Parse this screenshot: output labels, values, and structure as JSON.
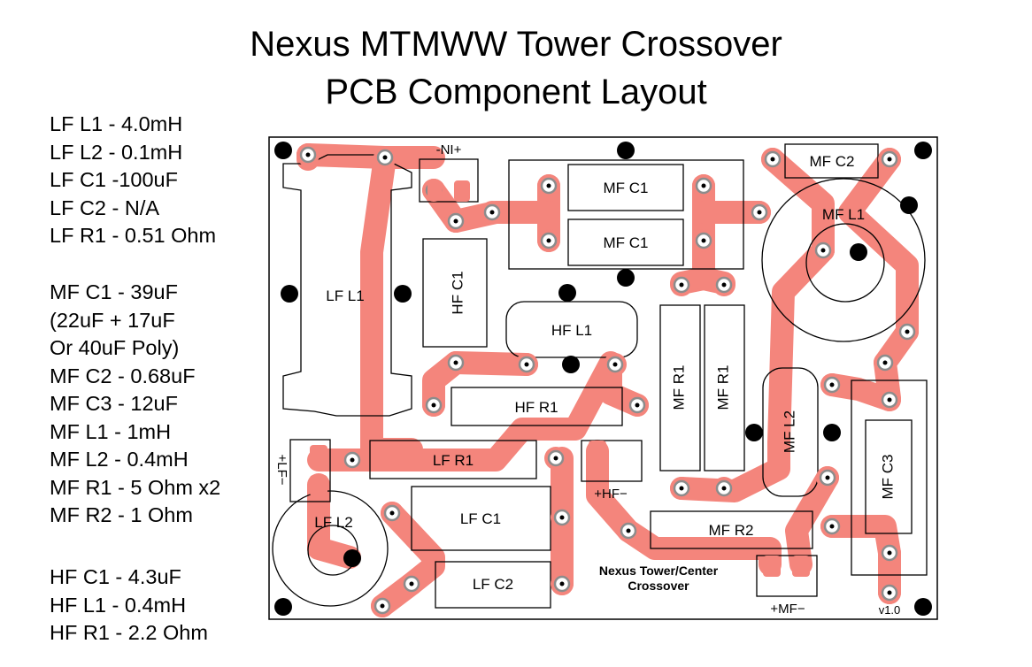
{
  "title": {
    "line1": "Nexus MTMWW Tower Crossover",
    "line2": "PCB Component Layout"
  },
  "bom": {
    "lf": [
      "LF L1 - 4.0mH",
      "LF L2 - 0.1mH",
      "LF C1 -100uF",
      "LF C2 - N/A",
      "LF R1 - 0.51 Ohm"
    ],
    "mf": [
      "MF C1 - 39uF",
      "(22uF + 17uF",
      "Or 40uF Poly)",
      "MF C2 - 0.68uF",
      "MF C3 - 12uF",
      "MF L1 - 1mH",
      "MF L2 - 0.4mH",
      "MF R1 - 5 Ohm x2",
      "MF R2 - 1 Ohm"
    ],
    "hf": [
      "HF C1 - 4.3uF",
      "HF L1 - 0.4mH",
      "HF R1 - 2.2 Ohm"
    ]
  },
  "board": {
    "components": {
      "lf_l1": "LF L1",
      "lf_l2": "LF L2",
      "lf_c1": "LF C1",
      "lf_c2": "LF C2",
      "lf_r1": "LF R1",
      "mf_c1_a": "MF C1",
      "mf_c1_b": "MF C1",
      "mf_c2": "MF C2",
      "mf_c3": "MF C3",
      "mf_l1": "MF L1",
      "mf_l2": "MF L2",
      "mf_r1_a": "MF R1",
      "mf_r1_b": "MF R1",
      "mf_r2": "MF R2",
      "hf_c1": "HF C1",
      "hf_l1": "HF L1",
      "hf_r1": "HF R1"
    },
    "connectors": {
      "ni": "-NI+",
      "lf_plus": "+LF−",
      "hf": "+HF−",
      "mf": "+MF−"
    },
    "board_name_line1": "Nexus Tower/Center",
    "board_name_line2": "Crossover",
    "version": "v1.0"
  },
  "colors": {
    "trace": "#f4857c",
    "pad_ring": "#8c8c8c",
    "outline": "#000000"
  }
}
